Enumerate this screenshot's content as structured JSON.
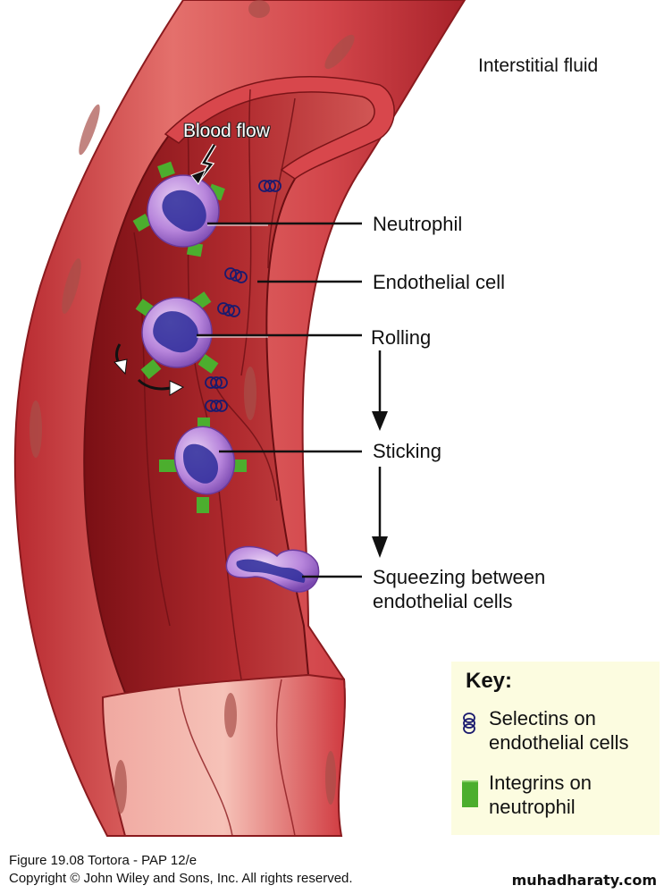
{
  "figure": {
    "title": "Neutrophil emigration (leukocyte extravasation)",
    "region_labels": {
      "interstitial_fluid": "Interstitial fluid",
      "blood_flow": "Blood flow"
    },
    "callouts": [
      {
        "id": "neutrophil",
        "label": "Neutrophil"
      },
      {
        "id": "endothelial-cell",
        "label": "Endothelial cell"
      },
      {
        "id": "rolling",
        "label": "Rolling"
      },
      {
        "id": "sticking",
        "label": "Sticking"
      },
      {
        "id": "squeezing",
        "label_line1": "Squeezing between",
        "label_line2": "endothelial cells"
      }
    ],
    "sequence": [
      "Rolling",
      "Sticking",
      "Squeezing between endothelial cells"
    ]
  },
  "key": {
    "title": "Key:",
    "items": [
      {
        "icon": "selectin-icon",
        "line1": "Selectins on",
        "line2": "endothelial cells",
        "color": "#1a1a6e"
      },
      {
        "icon": "integrin-icon",
        "line1": "Integrins on",
        "line2": "neutrophil",
        "color": "#4cae2e"
      }
    ]
  },
  "colors": {
    "vessel": "#c8353a",
    "vessel_light": "#e88a84",
    "lumen": "#9a1a1e",
    "neutrophil": "#b37ad6",
    "nucleus": "#2c2c9a",
    "integrin": "#4cae2e",
    "selectin": "#1a1a6e",
    "key_bg": "#fcfce0"
  },
  "footer": {
    "line1": "Figure 19.08  Tortora - PAP 12/e",
    "line2": "Copyright © John Wiley and Sons, Inc. All rights reserved.",
    "watermark": "muhadharaty.com"
  }
}
